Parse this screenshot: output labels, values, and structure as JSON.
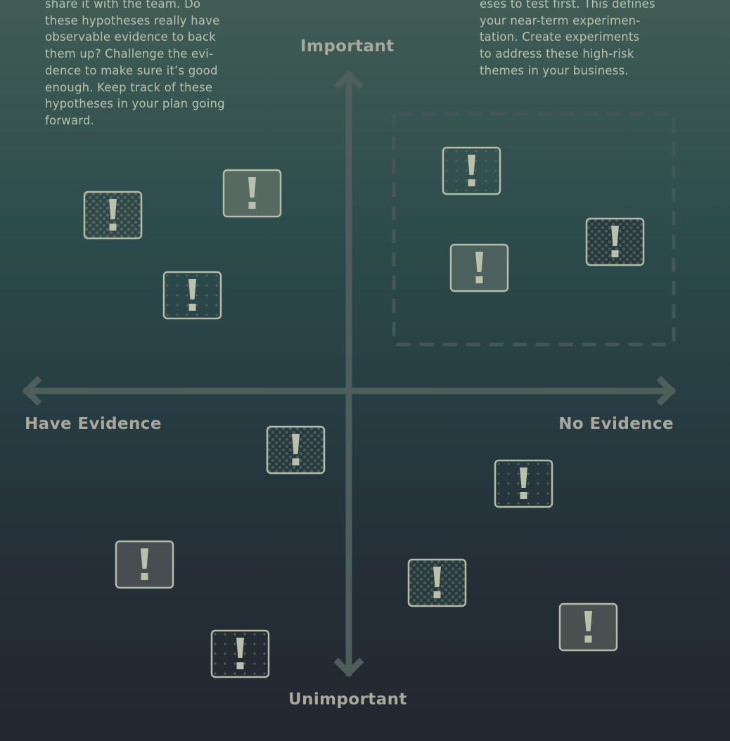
{
  "notes": {
    "left_lines": [
      "share it with the team. Do",
      "these hypotheses really have",
      "observable evidence to back",
      "them up? Challenge the evi-",
      "dence to make sure it’s good",
      "enough. Keep track of these",
      "hypotheses in your plan going",
      "forward."
    ],
    "right_lines": [
      "eses to test first. This defines",
      "your near-term experimen-",
      "tation. Create experiments",
      "to address these high-risk",
      "themes in your business."
    ]
  },
  "axes": {
    "top": "Important",
    "bottom": "Unimportant",
    "left": "Have Evidence",
    "right": "No Evidence"
  },
  "cards": [
    {
      "pattern": "light-dots",
      "quadrant": "important-evidence"
    },
    {
      "pattern": "plain",
      "quadrant": "important-evidence"
    },
    {
      "pattern": "sparse-dots",
      "quadrant": "important-evidence"
    },
    {
      "pattern": "sparse-dots",
      "quadrant": "important-no-evidence"
    },
    {
      "pattern": "plain",
      "quadrant": "important-no-evidence"
    },
    {
      "pattern": "dark-dots",
      "quadrant": "important-no-evidence"
    },
    {
      "pattern": "dark-dots",
      "quadrant": "unimportant-evidence"
    },
    {
      "pattern": "plain",
      "quadrant": "unimportant-evidence"
    },
    {
      "pattern": "sparse-dots",
      "quadrant": "unimportant-evidence"
    },
    {
      "pattern": "sparse-dots",
      "quadrant": "unimportant-no-evidence"
    },
    {
      "pattern": "dark-dots",
      "quadrant": "unimportant-no-evidence"
    },
    {
      "pattern": "plain",
      "quadrant": "unimportant-no-evidence"
    }
  ],
  "card_icon": "exclamation-icon",
  "highlight": "important-no-evidence",
  "colors": {
    "axis": "#4e5e5a",
    "label": "#a8a89c",
    "note_text": "#b7c3b1",
    "card_border": "#b5bda9",
    "card_icon": "#b9c1ad",
    "dash": "#43575a"
  }
}
